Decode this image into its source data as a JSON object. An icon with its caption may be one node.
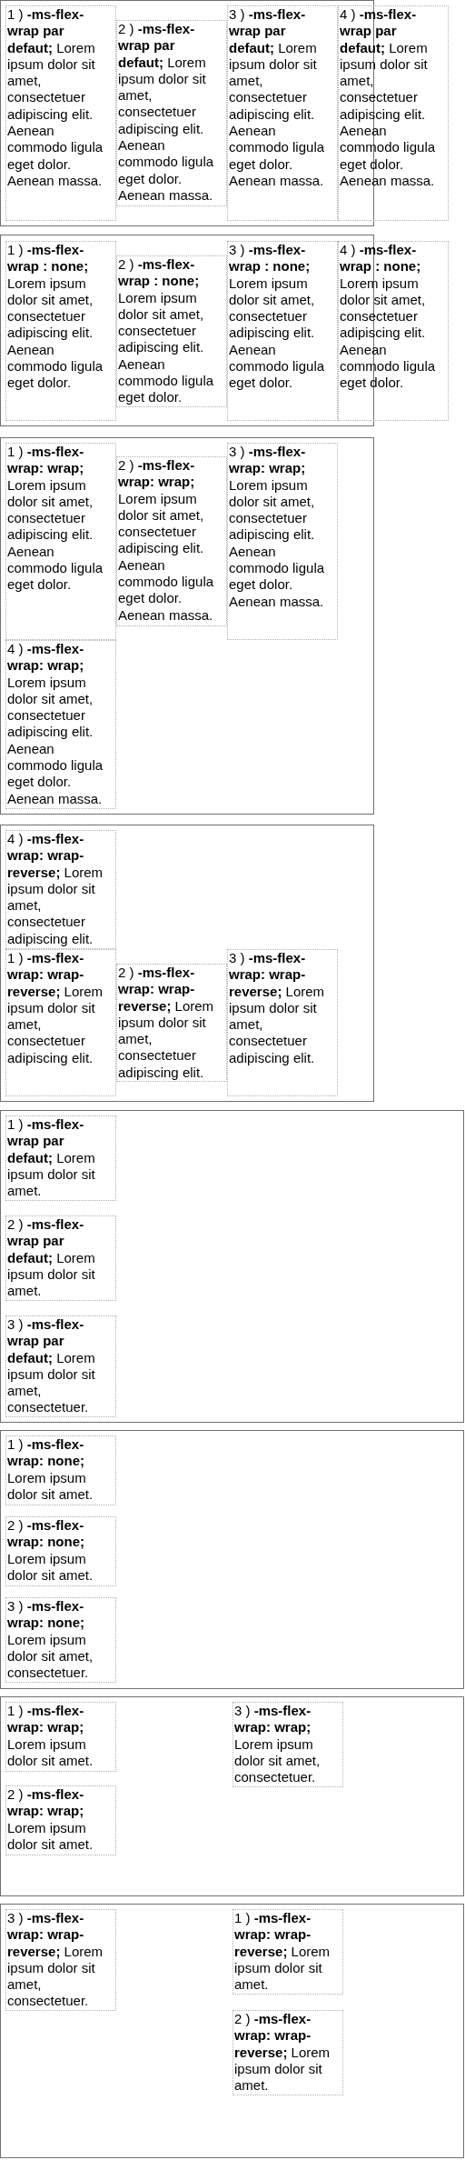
{
  "diagram": {
    "nodes": [
      {
        "text": [],
        "shape": "box"
      },
      {
        "text": [
          "1 ) **-ms-flex-wrap par defaut;** Lorem ipsum dolor sit amet, consectetuer adipiscing elit. Aenean commodo ligula eget dolor. Aenean massa."
        ],
        "in": 0
      },
      {
        "text": [
          "2 ) **-ms-flex-wrap par defaut;** Lorem ipsum dolor sit amet, consectetuer adipiscing elit. Aenean commodo ligula eget dolor. Aenean massa."
        ],
        "in": 0
      },
      {
        "text": [
          "3 ) **-ms-flex-wrap par defaut;** Lorem ipsum dolor sit amet, consectetuer adipiscing elit. Aenean commodo ligula eget dolor. Aenean massa."
        ],
        "in": 0
      },
      {
        "text": [
          "4 ) **-ms-flex-wrap par defaut;** Lorem ipsum dolor sit amet, consectetuer adipiscing elit. Aenean commodo ligula eget dolor. Aenean massa."
        ]
      },
      {
        "text": [],
        "shape": "box"
      },
      {
        "text": [
          "1 ) **-ms-flex-wrap : none;** Lorem ipsum dolor sit amet, consectetuer adipiscing elit. Aenean commodo ligula eget dolor."
        ],
        "in": 5
      },
      {
        "text": [
          "2 ) **-ms-flex-wrap : none;** Lorem ipsum dolor sit amet, consectetuer adipiscing elit. Aenean commodo ligula eget dolor."
        ],
        "in": 5
      },
      {
        "text": [
          "3 ) **-ms-flex-wrap : none;** Lorem ipsum dolor sit amet, consectetuer adipiscing elit. Aenean commodo ligula eget dolor."
        ],
        "in": 5
      },
      {
        "text": [
          "4 ) **-ms-flex-wrap : none;** Lorem ipsum dolor sit amet, consectetuer adipiscing elit. Aenean commodo ligula eget dolor."
        ]
      },
      {
        "text": [],
        "shape": "box"
      },
      {
        "text": [
          "1 ) **-ms-flex-wrap: wrap;** Lorem ipsum dolor sit amet, consectetuer adipiscing elit. Aenean commodo ligula eget dolor."
        ],
        "in": 10
      },
      {
        "text": [
          "2 ) **-ms-flex-wrap: wrap;** Lorem ipsum dolor sit amet, consectetuer adipiscing elit. Aenean commodo ligula eget dolor. Aenean massa."
        ],
        "in": 10
      },
      {
        "text": [
          "3 ) **-ms-flex-wrap: wrap;** Lorem ipsum dolor sit amet, consectetuer adipiscing elit. Aenean commodo ligula eget dolor. Aenean massa."
        ],
        "in": 10
      },
      {
        "text": [
          "4 ) **-ms-flex-wrap: wrap;** Lorem ipsum dolor sit amet, consectetuer adipiscing elit. Aenean commodo ligula eget dolor. Aenean massa."
        ],
        "in": 10
      },
      {
        "text": [],
        "shape": "box"
      },
      {
        "text": [
          "4 ) **-ms-flex-wrap: wrap-reverse;** Lorem ipsum dolor sit amet, consectetuer adipiscing elit."
        ],
        "in": 15
      },
      {
        "text": [
          "1 ) **-ms-flex-wrap: wrap-reverse;** Lorem ipsum dolor sit amet, consectetuer adipiscing elit."
        ],
        "in": 15
      },
      {
        "text": [
          "2 ) **-ms-flex-wrap: wrap-reverse;** Lorem ipsum dolor sit amet, consectetuer adipiscing elit."
        ],
        "in": 15
      },
      {
        "text": [
          "3 ) **-ms-flex-wrap: wrap-reverse;** Lorem ipsum dolor sit amet, consectetuer adipiscing elit."
        ],
        "in": 15
      },
      {
        "text": [],
        "shape": "box"
      },
      {
        "text": [
          "1 ) **-ms-flex-wrap par defaut;** Lorem ipsum dolor sit amet."
        ],
        "in": 20
      },
      {
        "text": [
          "2 ) **-ms-flex-wrap par defaut;** Lorem ipsum dolor sit amet."
        ],
        "in": 20
      },
      {
        "text": [
          "3 ) **-ms-flex-wrap par defaut;** Lorem ipsum dolor sit amet, consectetuer."
        ],
        "in": 20
      },
      {
        "text": [],
        "shape": "box"
      },
      {
        "text": [
          "1 ) **-ms-flex-wrap: none;** Lorem ipsum dolor sit amet."
        ],
        "in": 24
      },
      {
        "text": [
          "2 ) **-ms-flex-wrap: none;** Lorem ipsum dolor sit amet."
        ],
        "in": 24
      },
      {
        "text": [
          "3 ) **-ms-flex-wrap: none;** Lorem ipsum dolor sit amet, consectetuer."
        ],
        "in": 24
      },
      {
        "text": [],
        "shape": "box"
      },
      {
        "text": [
          "1 ) **-ms-flex-wrap: wrap;** Lorem ipsum dolor sit amet."
        ],
        "in": 28
      },
      {
        "text": [
          "2 ) **-ms-flex-wrap: wrap;** Lorem ipsum dolor sit amet."
        ],
        "in": 28
      },
      {
        "text": [
          "3 ) **-ms-flex-wrap: wrap;** Lorem ipsum dolor sit amet, consectetuer."
        ],
        "in": 28
      },
      {
        "text": [],
        "shape": "box"
      },
      {
        "text": [
          "3 ) **-ms-flex-wrap: wrap-reverse;** Lorem ipsum dolor sit amet, consectetuer."
        ],
        "in": 32
      },
      {
        "text": [
          "1 ) **-ms-flex-wrap: wrap-reverse;** Lorem ipsum dolor sit amet."
        ],
        "in": 32
      },
      {
        "text": [
          "2 ) **-ms-flex-wrap: wrap-reverse;** Lorem ipsum dolor sit amet."
        ],
        "in": 32
      }
    ]
  }
}
